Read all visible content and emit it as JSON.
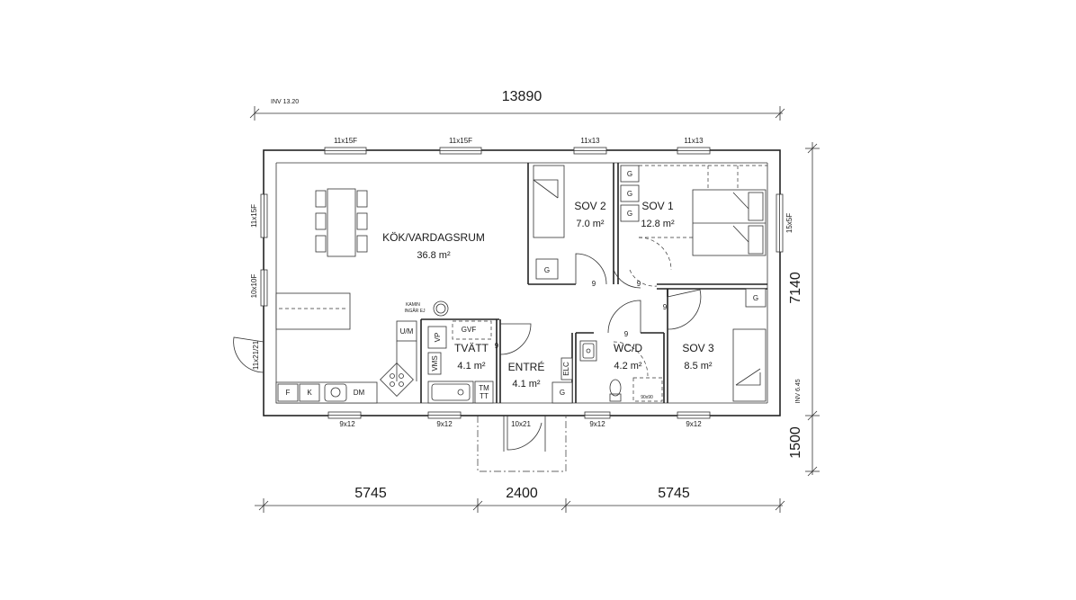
{
  "dimensions": {
    "total_width": "13890",
    "inv_top": "INV 13.20",
    "depth": "7140",
    "entrance_depth": "1500",
    "inv_right": "INV 6.45",
    "bottom_left": "5745",
    "bottom_mid": "2400",
    "bottom_right": "5745"
  },
  "rooms": {
    "kitchen_living": {
      "name": "KÖK/VARDAGSRUM",
      "area": "36.8 m²"
    },
    "bedroom2": {
      "name": "SOV 2",
      "area": "7.0 m²"
    },
    "bedroom1": {
      "name": "SOV 1",
      "area": "12.8 m²"
    },
    "laundry": {
      "name": "TVÄTT",
      "area": "4.1 m²"
    },
    "entrance": {
      "name": "ENTRÉ",
      "area": "4.1 m²"
    },
    "wc": {
      "name": "WC/D",
      "area": "4.2 m²"
    },
    "bedroom3": {
      "name": "SOV 3",
      "area": "8.5 m²"
    }
  },
  "windows": {
    "top1": "11x15F",
    "top2": "11x15F",
    "top3": "11x13",
    "top4": "11x13",
    "left1": "11x15F",
    "left2": "10x10F",
    "left_door": "11x21/21",
    "right1": "15x5F",
    "bottom1": "9x12",
    "bottom2": "9x12",
    "bottom_door": "10x21",
    "bottom3": "9x12",
    "bottom4": "9x12"
  },
  "fixtures": {
    "kamin_1": "KAMIN",
    "kamin_2": "INGÅR EJ",
    "um": "U/M",
    "vp": "VP",
    "gvf": "GVF",
    "vms": "VMS",
    "tm": "TM",
    "tt": "TT",
    "f": "F",
    "k": "K",
    "dm": "DM",
    "elc": "ELC",
    "shower": "90x90",
    "g": "G",
    "nine": "9"
  }
}
